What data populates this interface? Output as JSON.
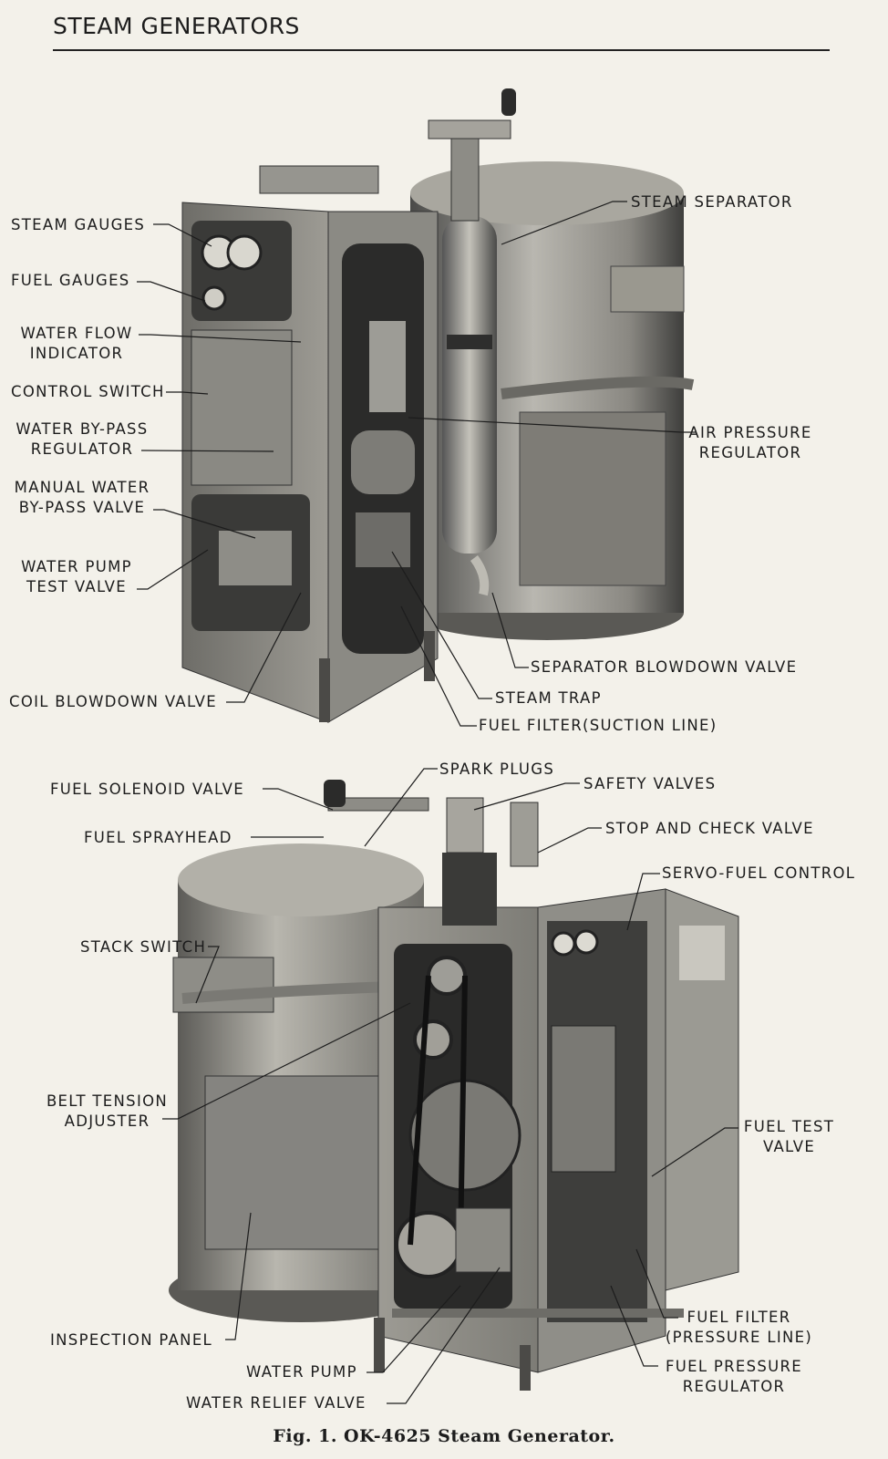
{
  "header": {
    "title": "STEAM GENERATORS"
  },
  "top_figure": {
    "labels": {
      "steam_gauges": "STEAM GAUGES",
      "fuel_gauges": "FUEL GAUGES",
      "water_flow_1": "WATER FLOW",
      "water_flow_2": "INDICATOR",
      "control_switch": "CONTROL SWITCH",
      "water_bypass_reg_1": "WATER BY-PASS",
      "water_bypass_reg_2": "REGULATOR",
      "manual_bypass_1": "MANUAL WATER",
      "manual_bypass_2": "BY-PASS VALVE",
      "pump_test_1": "WATER PUMP",
      "pump_test_2": "TEST VALVE",
      "coil_blowdown": "COIL BLOWDOWN VALVE",
      "steam_separator": "STEAM SEPARATOR",
      "air_pressure_1": "AIR PRESSURE",
      "air_pressure_2": "REGULATOR",
      "separator_blowdown": "SEPARATOR BLOWDOWN VALVE",
      "steam_trap": "STEAM TRAP",
      "fuel_filter_suction": "FUEL FILTER(SUCTION LINE)"
    }
  },
  "bottom_figure": {
    "labels": {
      "fuel_solenoid": "FUEL SOLENOID VALVE",
      "fuel_sprayhead": "FUEL SPRAYHEAD",
      "spark_plugs": "SPARK PLUGS",
      "safety_valves": "SAFETY VALVES",
      "stop_check": "STOP AND CHECK VALVE",
      "servo_fuel": "SERVO-FUEL CONTROL",
      "stack_switch": "STACK SWITCH",
      "belt_tension_1": "BELT TENSION",
      "belt_tension_2": "ADJUSTER",
      "fuel_test_1": "FUEL TEST",
      "fuel_test_2": "VALVE",
      "inspection_panel": "INSPECTION PANEL",
      "fuel_filter_pressure_1": "FUEL FILTER",
      "fuel_filter_pressure_2": "(PRESSURE LINE)",
      "water_pump": "WATER PUMP",
      "fuel_pressure_reg_1": "FUEL PRESSURE",
      "fuel_pressure_reg_2": "REGULATOR",
      "water_relief": "WATER RELIEF VALVE"
    }
  },
  "caption": "Fig. 1. OK-4625 Steam Generator."
}
